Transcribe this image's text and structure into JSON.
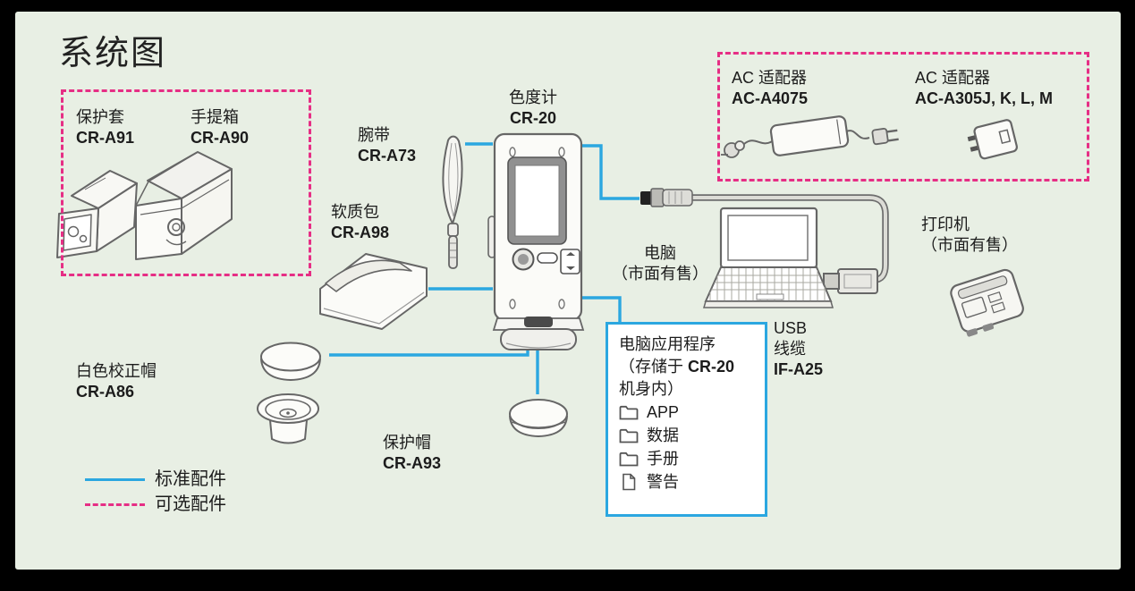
{
  "title": "系统图",
  "colors": {
    "panel_bg": "#e8efe4",
    "standard_accessory_line": "#2ba7e0",
    "optional_accessory_line": "#e62e85",
    "app_box_border": "#2ba7e0"
  },
  "legend": {
    "standard": "标准配件",
    "optional": "可选配件"
  },
  "left_optional_box": {
    "items": [
      {
        "name": "保护套",
        "code": "CR-A91"
      },
      {
        "name": "手提箱",
        "code": "CR-A90"
      }
    ]
  },
  "ac_adapter_box": {
    "items": [
      {
        "name": "AC 适配器",
        "code": "AC-A4075"
      },
      {
        "name": "AC 适配器",
        "code": "AC-A305J, K, L, M"
      }
    ]
  },
  "colorimeter": {
    "name": "色度计",
    "code": "CR-20"
  },
  "wrist_strap": {
    "name": "腕带",
    "code": "CR-A73"
  },
  "soft_case": {
    "name": "软质包",
    "code": "CR-A98"
  },
  "white_calibration_cap": {
    "name": "白色校正帽",
    "code": "CR-A86"
  },
  "protective_cap": {
    "name": "保护帽",
    "code": "CR-A93"
  },
  "computer": {
    "name": "电脑",
    "note": "（市面有售）"
  },
  "printer": {
    "name": "打印机",
    "note": "（市面有售）"
  },
  "usb_cable": {
    "line1": "USB",
    "line2": "线缆",
    "code": "IF-A25"
  },
  "app_box": {
    "title": "电脑应用程序",
    "subtitle_prefix": "（存储于 ",
    "subtitle_model": "CR-20",
    "subtitle_suffix": "机身内）",
    "items": [
      {
        "icon": "folder",
        "label": "APP"
      },
      {
        "icon": "folder",
        "label": "数据"
      },
      {
        "icon": "folder",
        "label": "手册"
      },
      {
        "icon": "document",
        "label": "警告"
      }
    ]
  }
}
